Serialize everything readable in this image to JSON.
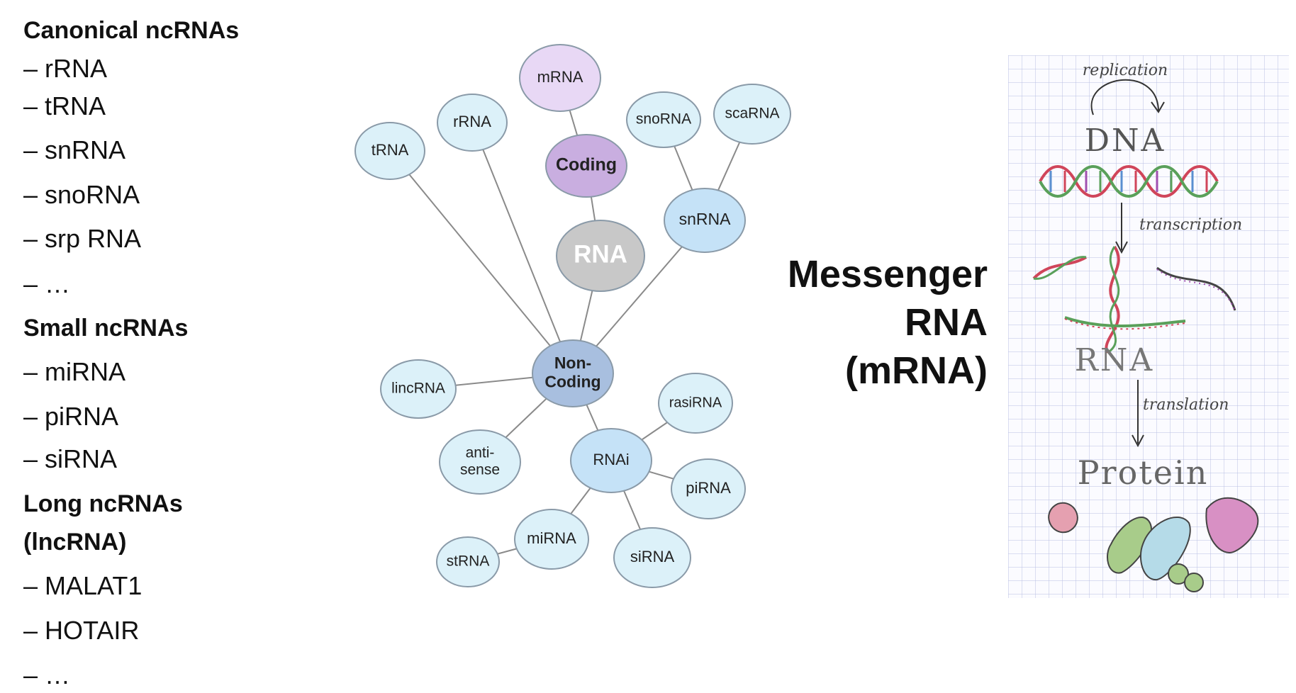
{
  "left_list": {
    "items": [
      {
        "text": "Canonical ncRNAs",
        "heading": true
      },
      {
        "text": "– rRNA",
        "heading": false
      },
      {
        "text": "– tRNA",
        "heading": false
      },
      {
        "text": "– snRNA",
        "heading": false
      },
      {
        "text": "– snoRNA",
        "heading": false
      },
      {
        "text": "– srp RNA",
        "heading": false
      },
      {
        "text": "– …",
        "heading": false
      },
      {
        "text": "Small ncRNAs",
        "heading": true
      },
      {
        "text": "– miRNA",
        "heading": false
      },
      {
        "text": "– piRNA",
        "heading": false
      },
      {
        "text": "– siRNA",
        "heading": false
      },
      {
        "text": "Long ncRNAs",
        "heading": true
      },
      {
        "text": "(lncRNA)",
        "heading": true
      },
      {
        "text": "– MALAT1",
        "heading": false
      },
      {
        "text": "– HOTAIR",
        "heading": false
      },
      {
        "text": "– …",
        "heading": false
      }
    ]
  },
  "rna_network": {
    "nodes": {
      "mrna": {
        "label": "mRNA"
      },
      "coding": {
        "label": "Coding"
      },
      "rna": {
        "label": "RNA"
      },
      "trna": {
        "label": "tRNA"
      },
      "rrna": {
        "label": "rRNA"
      },
      "snorna": {
        "label": "snoRNA"
      },
      "scarna": {
        "label": "scaRNA"
      },
      "snrna": {
        "label": "snRNA"
      },
      "noncoding": {
        "label": "Non-\nCoding"
      },
      "lincrna": {
        "label": "lincRNA"
      },
      "antisense": {
        "label": "anti-\nsense"
      },
      "rnai": {
        "label": "RNAi"
      },
      "rasirna": {
        "label": "rasiRNA"
      },
      "pirna": {
        "label": "piRNA"
      },
      "mirna": {
        "label": "miRNA"
      },
      "strna": {
        "label": "stRNA"
      },
      "sirna": {
        "label": "siRNA"
      }
    },
    "colors": {
      "coding_fill": "#c9aee0",
      "mrna_fill": "#e8d8f5",
      "rna_fill": "#c8c8c8",
      "noncoding_fill": "#a8bfdf",
      "light_blue_fill": "#dcf1f9",
      "mid_blue_fill": "#c5e2f7",
      "stroke": "#8a9aa8",
      "edge": "#8a8a8a"
    }
  },
  "messenger": {
    "lines": [
      "Messenger",
      "RNA",
      "(mRNA)"
    ]
  },
  "central_dogma": {
    "labels": {
      "replication": "replication",
      "dna": "DNA",
      "transcription": "transcription",
      "rna": "RNA",
      "translation": "translation",
      "protein": "Protein"
    },
    "colors": {
      "grid": "#b8bfe3",
      "text": "#444444",
      "helix_red": "#d0455a",
      "helix_green": "#5aa05a",
      "helix_blue": "#5a8fd0",
      "helix_purple": "#a050b0",
      "protein_pink": "#e5a0b0",
      "protein_green": "#a8cc8a",
      "protein_blue": "#b5dbe8",
      "protein_magenta": "#d890c4"
    }
  }
}
